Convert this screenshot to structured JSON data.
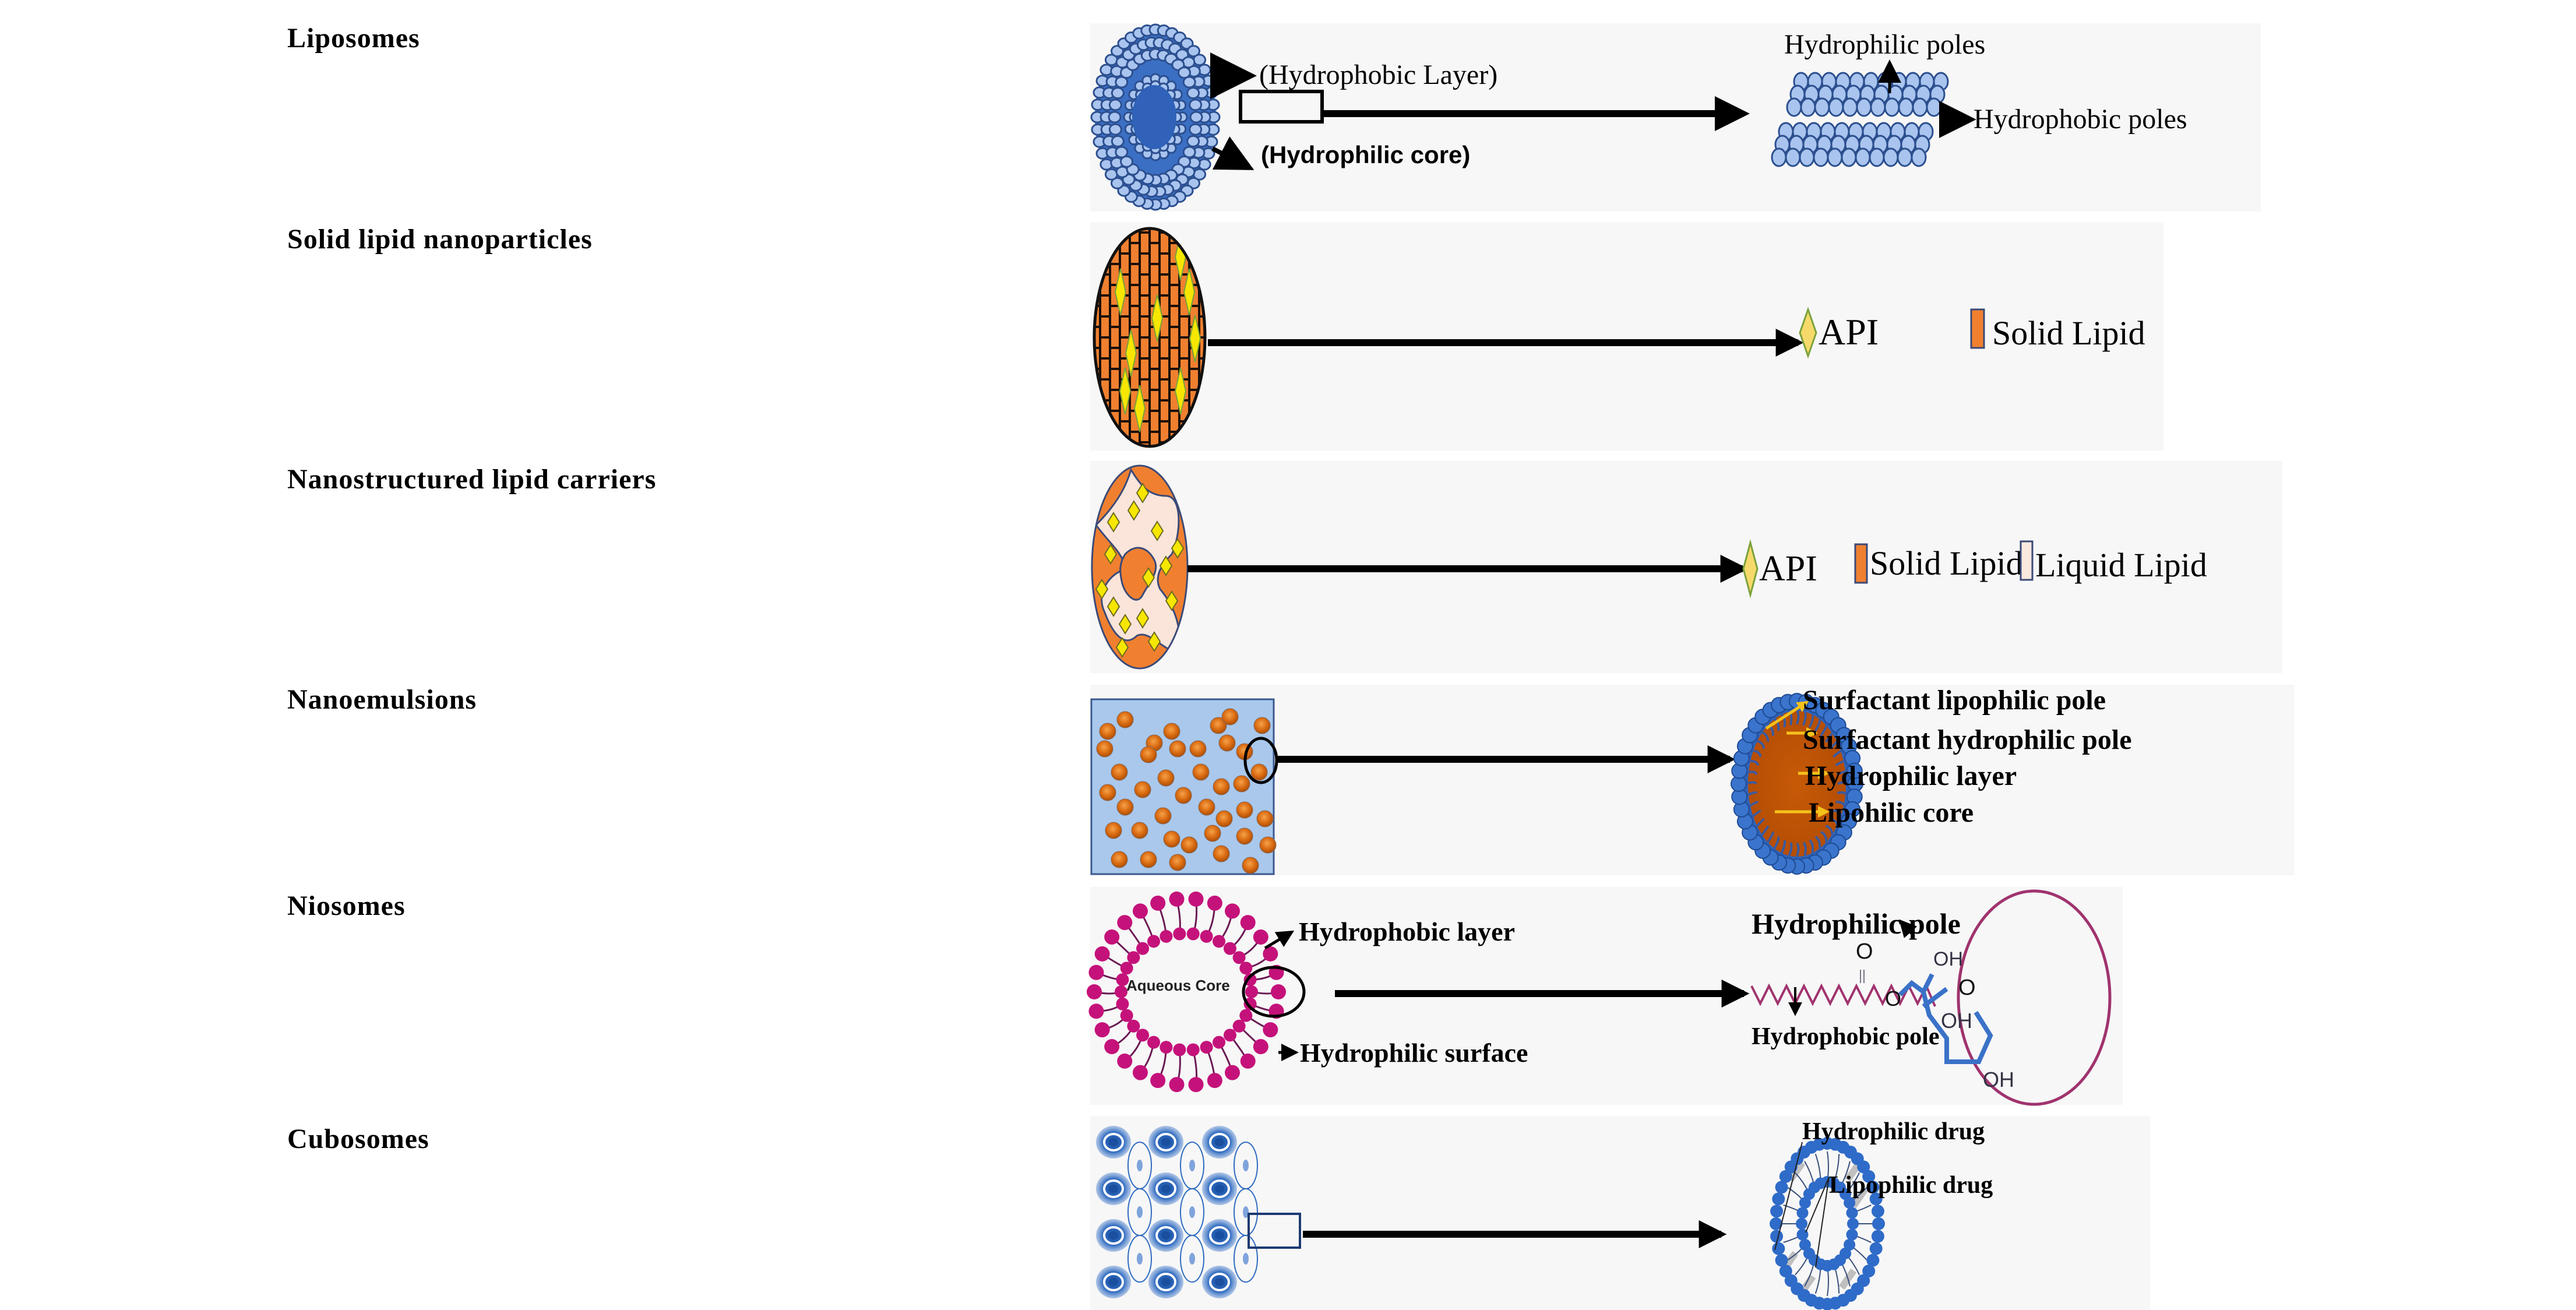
{
  "rows": [
    {
      "title": "Liposomes",
      "labels": {
        "hydrophobic_layer": "(Hydrophobic Layer)",
        "hydrophilic_core": "(Hydrophilic core)",
        "hydrophilic_poles": "Hydrophilic poles",
        "hydrophobic_poles": "Hydrophobic poles"
      }
    },
    {
      "title": "Solid lipid nanoparticles",
      "legend": [
        {
          "label": "API",
          "icon": "diamond-icon",
          "color": "#f6d96b"
        },
        {
          "label": "Solid Lipid",
          "icon": "orange-square-icon",
          "color": "#f08030"
        }
      ]
    },
    {
      "title": "Nanostructured lipid carriers",
      "legend": [
        {
          "label": "API",
          "icon": "diamond-icon",
          "color": "#f6d96b"
        },
        {
          "label": "Solid Lipid",
          "icon": "orange-square-icon",
          "color": "#f08030"
        },
        {
          "label": "Liquid Lipid",
          "icon": "cream-square-icon",
          "color": "#fbe9df"
        }
      ]
    },
    {
      "title": "Nanoemulsions",
      "labels": {
        "lipophilic_pole": "Surfactant lipophilic pole",
        "hydrophilic_pole": "Surfactant hydrophilic pole",
        "hydrophilic_layer": "Hydrophilic layer",
        "lipophilic_core": "Lipohilic core"
      }
    },
    {
      "title": "Niosomes",
      "labels": {
        "aqueous_core": "Aqueous Core",
        "hydrophobic_layer": "Hydrophobic layer",
        "hydrophilic_surface": "Hydrophilic surface",
        "hydrophilic_pole": "Hydrophilic pole",
        "hydrophobic_pole": "Hydrophobic pole",
        "oxygen": "O",
        "hydroxyl": "OH"
      }
    },
    {
      "title": "Cubosomes",
      "labels": {
        "hydrophilic_drug": "Hydrophilic drug",
        "lipophilic_drug": "Lipophilic drug"
      }
    }
  ],
  "colors": {
    "panel_bg": "#f7f7f7",
    "liposome_blue": "#3a6fc4",
    "liposome_head": "#a9c4ee",
    "lipid_orange": "#f08030",
    "api_yellow": "#f7e600",
    "emulsion_bg": "#a9c8ec",
    "droplet_orange": "#d96a10",
    "niosome_magenta": "#c4127a",
    "sugar_blue": "#3a72c8",
    "callout_yellow": "#f5c21b",
    "cubosome_blue": "#2f6bc0"
  }
}
